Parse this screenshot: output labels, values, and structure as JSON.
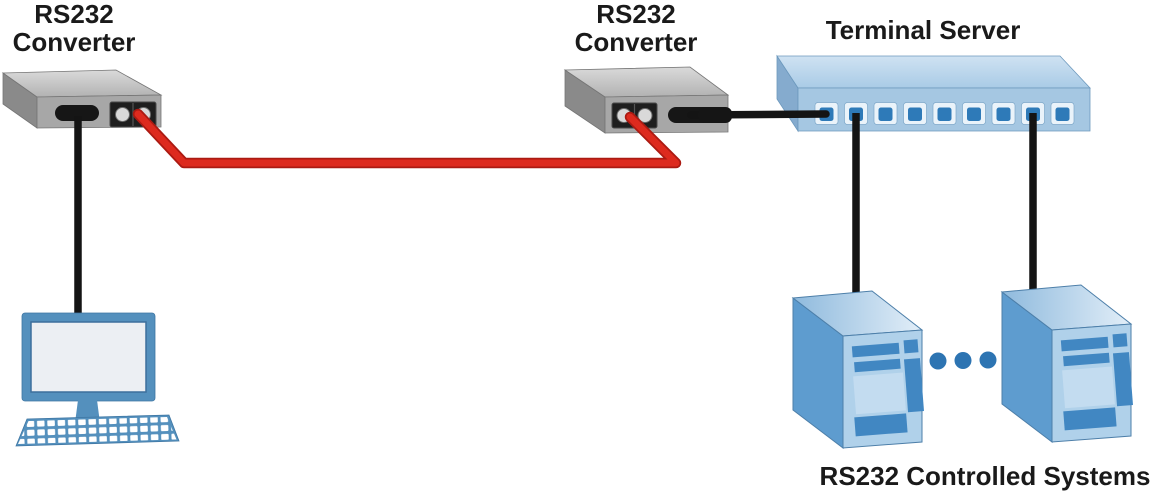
{
  "title": "RS232 over fiber network diagram",
  "labels": {
    "converter_left": [
      "RS232",
      "Converter"
    ],
    "converter_middle": [
      "RS232",
      "Converter"
    ],
    "terminal_server": "Terminal Server",
    "controlled_systems": "RS232 Controlled Systems"
  },
  "colors": {
    "fiber_cable_red": "#d92a20",
    "serial_cable_black": "#141414",
    "converter_body_gray": "#a7a7a7",
    "server_front_blue": "#a5c7e2",
    "server_port_blue": "#2e7ab8",
    "tower_front_blue": "#b0d1ea",
    "tower_detail_blue": "#4187c2",
    "ellipsis_dot_blue": "#2d74b2",
    "label_text": "#1a1a1a",
    "background": "#ffffff"
  },
  "nodes": [
    {
      "id": "workstation",
      "type": "desktop-computer"
    },
    {
      "id": "converter-left",
      "type": "rs232-converter",
      "label_lines": [
        "RS232",
        "Converter"
      ]
    },
    {
      "id": "converter-right",
      "type": "rs232-converter",
      "label_lines": [
        "RS232",
        "Converter"
      ]
    },
    {
      "id": "terminal-server",
      "type": "terminal-server",
      "label": "Terminal Server",
      "port_count": 9
    },
    {
      "id": "controlled-system-1",
      "type": "tower-computer",
      "group_label": "RS232 Controlled Systems"
    },
    {
      "id": "controlled-system-2",
      "type": "tower-computer",
      "group_label": "RS232 Controlled Systems"
    },
    {
      "id": "ellipsis",
      "type": "continuation-dots",
      "dot_count": 3
    }
  ],
  "connections": [
    {
      "from": "workstation",
      "to": "converter-left",
      "medium": "rs232-serial",
      "color": "#141414"
    },
    {
      "from": "converter-left",
      "to": "converter-right",
      "medium": "fiber-optic",
      "color": "#d92a20"
    },
    {
      "from": "converter-right",
      "to": "terminal-server",
      "medium": "rs232-serial",
      "color": "#141414",
      "server_port": 1
    },
    {
      "from": "terminal-server",
      "to": "controlled-system-1",
      "medium": "rs232-serial",
      "color": "#141414",
      "server_port": 2
    },
    {
      "from": "terminal-server",
      "to": "controlled-system-2",
      "medium": "rs232-serial",
      "color": "#141414",
      "server_port": 8
    }
  ]
}
